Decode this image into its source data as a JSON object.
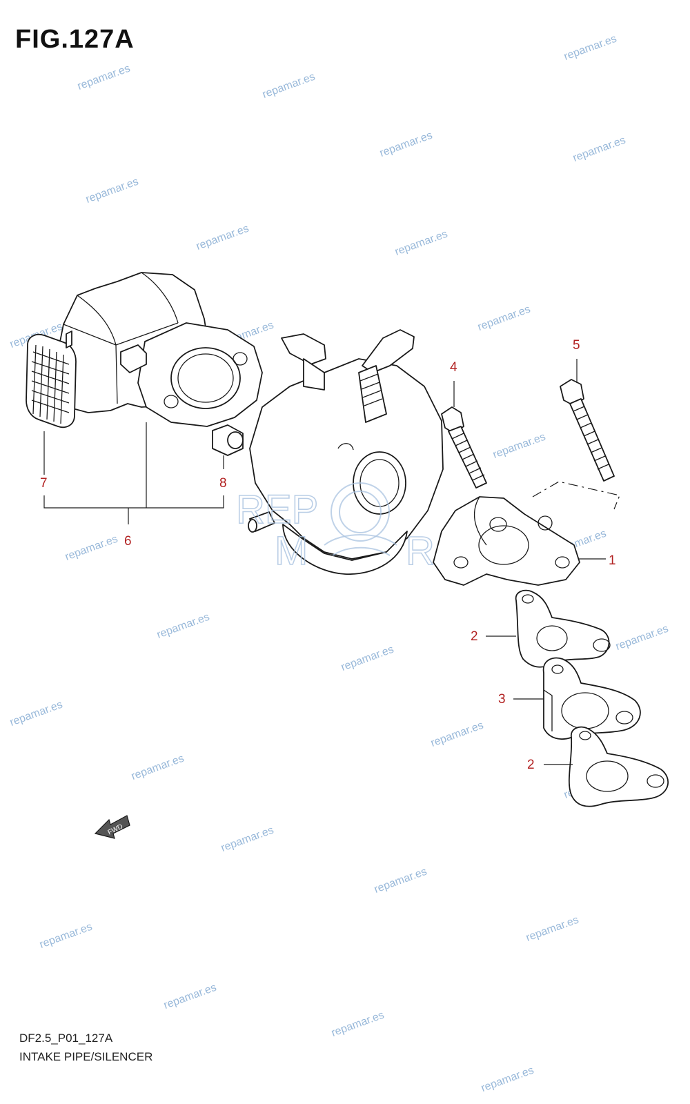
{
  "figure": {
    "title": "FIG.127A",
    "code": "DF2.5_P01_127A",
    "caption": "INTAKE PIPE/SILENCER"
  },
  "callouts": [
    "1",
    "2",
    "3",
    "4",
    "5",
    "6",
    "7",
    "8",
    "2"
  ],
  "fwd_label": "FWD",
  "watermark_text": "repamar.es",
  "logo": {
    "line1": "REP",
    "line2": "M",
    "line2b": "R"
  },
  "colors": {
    "callout": "#b22222",
    "watermark": "#8fb2d6",
    "line": "#1a1a1a"
  }
}
